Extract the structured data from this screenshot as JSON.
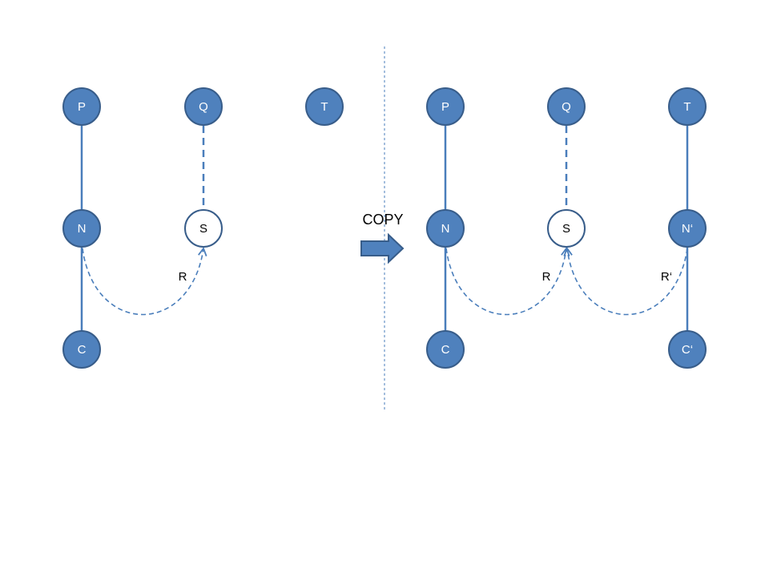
{
  "colors": {
    "node_fill": "#4f81bd",
    "node_stroke": "#385d8a",
    "hollow_fill": "#ffffff",
    "edge": "#4a7ebb",
    "label_light": "#ffffff",
    "label_dark": "#000000"
  },
  "left_panel": {
    "nodes": {
      "p": "P",
      "q": "Q",
      "t": "T",
      "n": "N",
      "s": "S",
      "c": "C"
    },
    "edge_labels": {
      "r": "R"
    }
  },
  "right_panel": {
    "nodes": {
      "p": "P",
      "q": "Q",
      "t": "T",
      "n": "N",
      "s": "S",
      "c": "C",
      "n2": "N‘",
      "c2": "C‘"
    },
    "edge_labels": {
      "r": "R",
      "r2": "R‘"
    }
  },
  "copy_arrow": {
    "label": "COPY",
    "icon": "right-arrow-icon"
  }
}
